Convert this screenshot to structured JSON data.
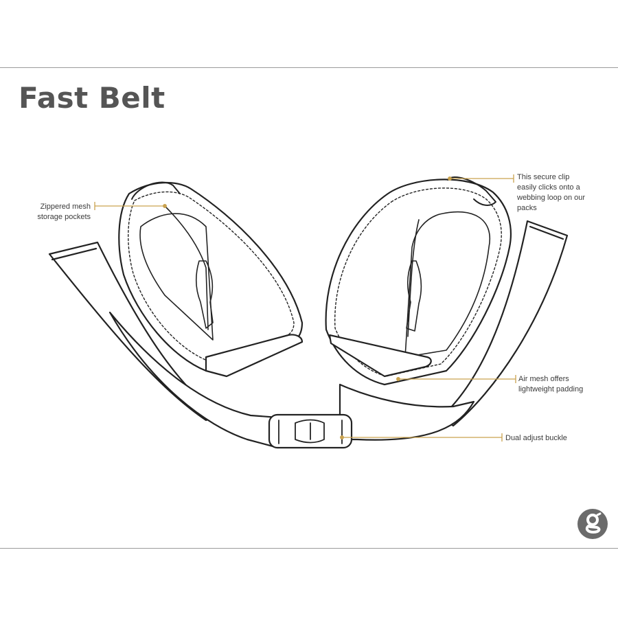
{
  "title": "Fast Belt",
  "callouts": {
    "pockets": {
      "lines": [
        "Zippered mesh",
        "storage pockets"
      ]
    },
    "clip": {
      "lines": [
        "This secure clip",
        "easily clicks onto a",
        "webbing loop on our",
        "packs"
      ]
    },
    "mesh": {
      "lines": [
        "Air mesh offers",
        "lightweight padding"
      ]
    },
    "buckle": {
      "lines": [
        "Dual adjust buckle"
      ]
    }
  },
  "colors": {
    "accent": "#c9a24e",
    "ink": "#222222",
    "title": "#555555",
    "logo": "#6b6b6b",
    "rule": "#9a9a9a"
  },
  "logo": {
    "icon": "g-logo-icon"
  }
}
